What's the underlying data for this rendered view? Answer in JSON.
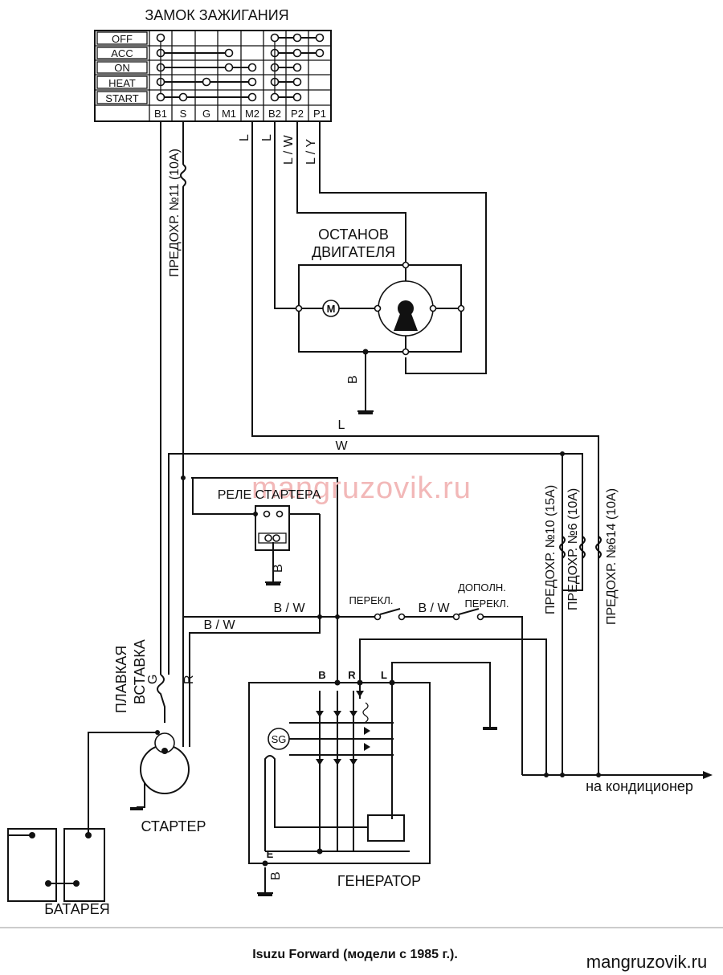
{
  "title": "ЗАМОК ЗАЖИГАНИЯ",
  "switch": {
    "rows": [
      "OFF",
      "ACC",
      "ON",
      "HEAT",
      "START"
    ],
    "cols": [
      "B1",
      "S",
      "G",
      "M1",
      "M2",
      "B2",
      "P2",
      "P1"
    ]
  },
  "wires": {
    "l1": "L",
    "l2": "L",
    "lw": "L / W",
    "ly": "L / Y",
    "l_main": "L",
    "w_main": "W",
    "bw1": "B / W",
    "bw2": "B / W",
    "bw3": "B / W",
    "b_stop": "B",
    "b_relay": "B",
    "b_gen": "B",
    "g_fuse": "G",
    "r_fuse": "R"
  },
  "fuses": {
    "f11": "ПРЕДОХР. №11 (10A)",
    "f10": "ПРЕДОХР. №10 (15A)",
    "f6": "ПРЕДОХР. №6 (10A)",
    "f614": "ПРЕДОХР. №614 (10A)"
  },
  "components": {
    "stop_line1": "ОСТАНОВ",
    "stop_line2": "ДВИГАТЕЛЯ",
    "relay": "РЕЛЕ СТАРТЕРА",
    "link_line1": "ПЛАВКАЯ",
    "link_line2": "ВСТАВКА",
    "starter": "СТАРТЕР",
    "battery": "БАТАРЕЯ",
    "switch1": "ПЕРЕКЛ.",
    "switch2_line1": "ДОПОЛН.",
    "switch2_line2": "ПЕРЕКЛ.",
    "generator": "ГЕНЕРАТОР",
    "sg": "SG",
    "gen_b": "B",
    "gen_r": "R",
    "gen_l": "L",
    "gen_e": "E",
    "ac": "на кондиционер"
  },
  "watermark": "mangruzovik.ru",
  "caption": "Isuzu Forward (модели с 1985 г.).",
  "site": "mangruzovik.ru"
}
